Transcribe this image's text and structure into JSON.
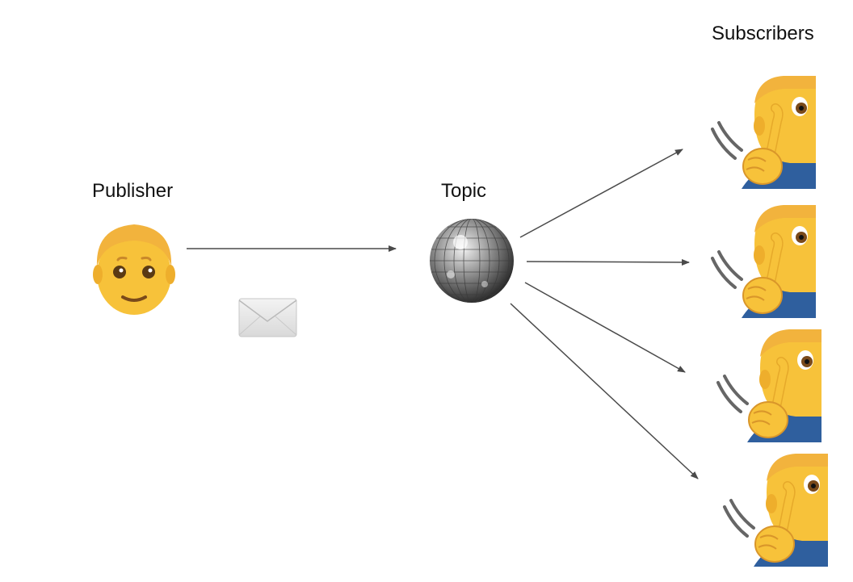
{
  "labels": {
    "publisher": "Publisher",
    "topic": "Topic",
    "subscribers": "Subscribers"
  },
  "icons": {
    "publisher": "man-face-icon",
    "message": "envelope-icon",
    "topic": "disco-ball-icon",
    "subscriber": "listening-person-icon"
  },
  "colors": {
    "arrow": "#4a4a4a",
    "skin": "#f7c23a",
    "hair": "#f2b33d",
    "shirt": "#2f5f9e"
  },
  "subscriber_count": 4
}
